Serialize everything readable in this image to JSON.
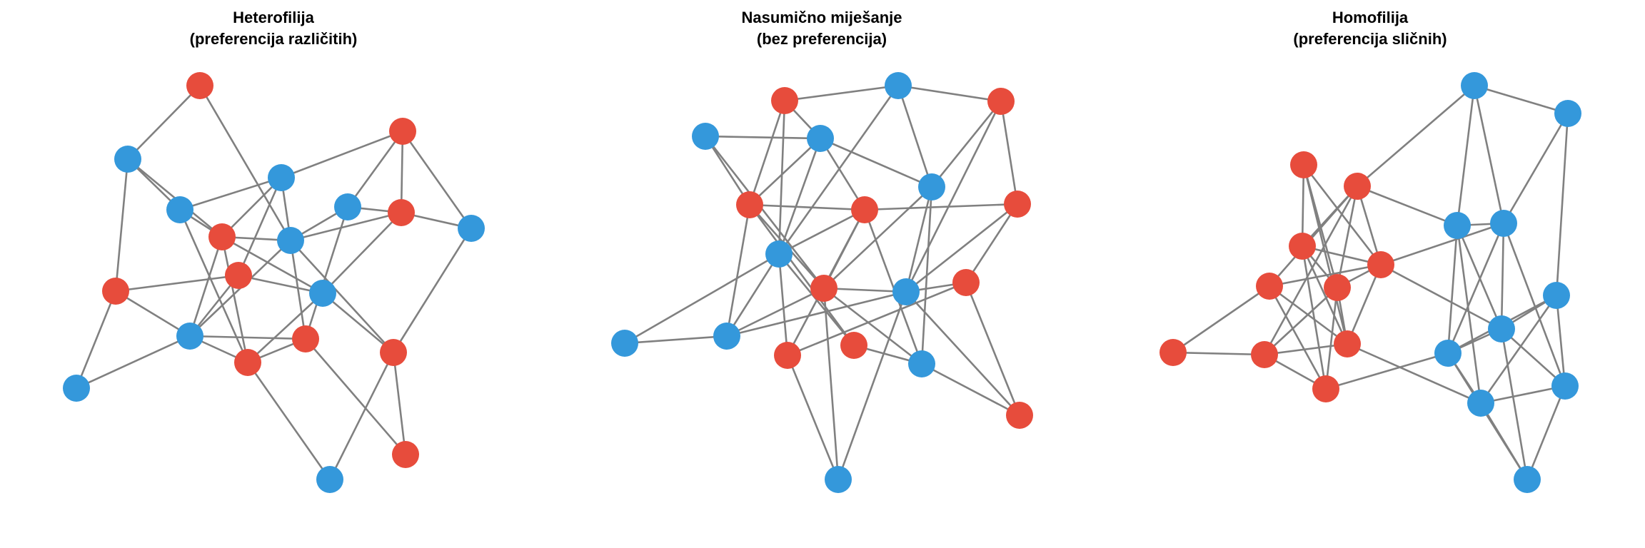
{
  "colors": {
    "red": "#E74C3C",
    "blue": "#3498DB",
    "edge": "#808080"
  },
  "chart_data": [
    {
      "type": "network",
      "title_line1": "Heterofilija",
      "title_line2": "(preferencija različitih)",
      "node_groups": [
        "R",
        "B",
        "R",
        "B",
        "B",
        "B",
        "R",
        "B",
        "R",
        "B",
        "R",
        "R",
        "B",
        "B",
        "R",
        "R",
        "R",
        "B",
        "R",
        "B"
      ],
      "edges": [
        [
          0,
          1
        ],
        [
          0,
          9
        ],
        [
          1,
          4
        ],
        [
          1,
          8
        ],
        [
          1,
          11
        ],
        [
          2,
          3
        ],
        [
          2,
          5
        ],
        [
          2,
          6
        ],
        [
          2,
          7
        ],
        [
          3,
          4
        ],
        [
          3,
          8
        ],
        [
          3,
          10
        ],
        [
          3,
          9
        ],
        [
          4,
          8
        ],
        [
          4,
          15
        ],
        [
          5,
          9
        ],
        [
          5,
          6
        ],
        [
          5,
          14
        ],
        [
          6,
          9
        ],
        [
          6,
          7
        ],
        [
          6,
          12
        ],
        [
          7,
          16
        ],
        [
          8,
          9
        ],
        [
          8,
          12
        ],
        [
          8,
          13
        ],
        [
          8,
          15
        ],
        [
          9,
          13
        ],
        [
          9,
          14
        ],
        [
          9,
          16
        ],
        [
          10,
          11
        ],
        [
          10,
          12
        ],
        [
          10,
          13
        ],
        [
          11,
          13
        ],
        [
          11,
          17
        ],
        [
          12,
          15
        ],
        [
          12,
          16
        ],
        [
          13,
          14
        ],
        [
          13,
          15
        ],
        [
          13,
          17
        ],
        [
          14,
          15
        ],
        [
          14,
          18
        ],
        [
          15,
          19
        ],
        [
          16,
          18
        ],
        [
          16,
          19
        ]
      ]
    },
    {
      "type": "network",
      "title_line1": "Nasumično miješanje",
      "title_line2": "(bez preferencija)",
      "node_groups": [
        "R",
        "B",
        "R",
        "B",
        "B",
        "B",
        "R",
        "R",
        "R",
        "B",
        "R",
        "B",
        "R",
        "B",
        "B",
        "R",
        "R",
        "B",
        "R",
        "B"
      ],
      "edges": [
        [
          0,
          1
        ],
        [
          1,
          2
        ],
        [
          0,
          4
        ],
        [
          0,
          6
        ],
        [
          0,
          9
        ],
        [
          3,
          4
        ],
        [
          3,
          6
        ],
        [
          3,
          10
        ],
        [
          4,
          5
        ],
        [
          4,
          6
        ],
        [
          4,
          9
        ],
        [
          4,
          7
        ],
        [
          1,
          9
        ],
        [
          1,
          5
        ],
        [
          2,
          5
        ],
        [
          2,
          11
        ],
        [
          2,
          8
        ],
        [
          5,
          17
        ],
        [
          5,
          11
        ],
        [
          5,
          10
        ],
        [
          6,
          7
        ],
        [
          6,
          14
        ],
        [
          6,
          10
        ],
        [
          6,
          16
        ],
        [
          7,
          8
        ],
        [
          7,
          9
        ],
        [
          7,
          10
        ],
        [
          7,
          15
        ],
        [
          7,
          17
        ],
        [
          8,
          11
        ],
        [
          8,
          12
        ],
        [
          9,
          13
        ],
        [
          9,
          14
        ],
        [
          9,
          15
        ],
        [
          9,
          16
        ],
        [
          10,
          11
        ],
        [
          10,
          14
        ],
        [
          10,
          19
        ],
        [
          10,
          17
        ],
        [
          11,
          12
        ],
        [
          11,
          14
        ],
        [
          11,
          18
        ],
        [
          11,
          19
        ],
        [
          12,
          15
        ],
        [
          12,
          18
        ],
        [
          16,
          17
        ],
        [
          17,
          18
        ],
        [
          13,
          14
        ],
        [
          15,
          19
        ]
      ]
    },
    {
      "type": "network",
      "title_line1": "Homofilija",
      "title_line2": "(preferencija sličnih)",
      "node_groups": [
        "B",
        "B",
        "R",
        "R",
        "B",
        "B",
        "R",
        "R",
        "R",
        "R",
        "B",
        "B",
        "R",
        "R",
        "R",
        "B",
        "R",
        "B",
        "B",
        "B"
      ],
      "edges": [
        [
          0,
          1
        ],
        [
          0,
          3
        ],
        [
          0,
          4
        ],
        [
          0,
          5
        ],
        [
          1,
          5
        ],
        [
          1,
          10
        ],
        [
          3,
          4
        ],
        [
          2,
          6
        ],
        [
          2,
          12
        ],
        [
          2,
          9
        ],
        [
          2,
          7
        ],
        [
          3,
          8
        ],
        [
          3,
          6
        ],
        [
          3,
          14
        ],
        [
          3,
          9
        ],
        [
          3,
          7
        ],
        [
          4,
          5
        ],
        [
          4,
          15
        ],
        [
          4,
          17
        ],
        [
          4,
          11
        ],
        [
          5,
          7
        ],
        [
          5,
          15
        ],
        [
          5,
          11
        ],
        [
          5,
          18
        ],
        [
          6,
          7
        ],
        [
          6,
          16
        ],
        [
          6,
          9
        ],
        [
          6,
          12
        ],
        [
          7,
          8
        ],
        [
          7,
          9
        ],
        [
          7,
          12
        ],
        [
          7,
          11
        ],
        [
          8,
          13
        ],
        [
          8,
          16
        ],
        [
          8,
          12
        ],
        [
          9,
          14
        ],
        [
          9,
          16
        ],
        [
          9,
          12
        ],
        [
          10,
          11
        ],
        [
          10,
          15
        ],
        [
          10,
          17
        ],
        [
          10,
          18
        ],
        [
          11,
          15
        ],
        [
          11,
          18
        ],
        [
          11,
          19
        ],
        [
          12,
          14
        ],
        [
          12,
          17
        ],
        [
          14,
          13
        ],
        [
          14,
          16
        ],
        [
          15,
          17
        ],
        [
          15,
          19
        ],
        [
          16,
          15
        ],
        [
          17,
          18
        ],
        [
          17,
          19
        ],
        [
          18,
          19
        ]
      ]
    }
  ]
}
